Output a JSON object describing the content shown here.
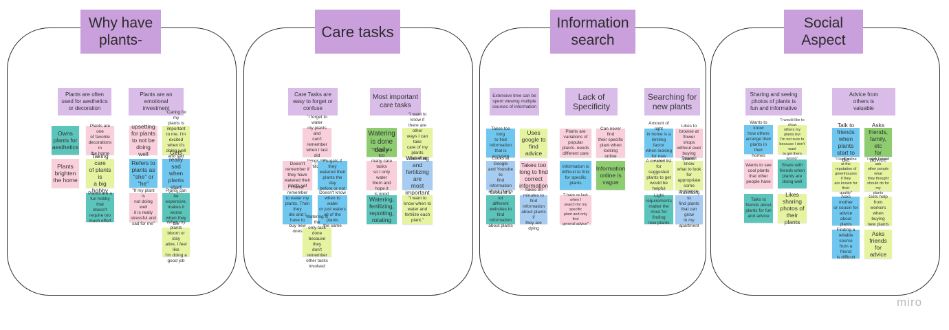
{
  "board": {
    "watermark": "miro",
    "clusters": [
      {
        "title": "Why have\nplants-",
        "categories": [
          {
            "text": "Plants are often\nused for aesthetics\nor decoration",
            "size": "small"
          },
          {
            "text": "Plants are an\nemotional\ninvestment",
            "size": "small"
          }
        ],
        "notes": [
          {
            "text": "Owns\nplants for\naesthetics",
            "color": "teal"
          },
          {
            "text": "Plants are one\nof favorite\ndecorations in\nthe home",
            "color": "pink"
          },
          {
            "text": "Plants\nbrighten\nthe home",
            "color": "pink"
          },
          {
            "text": "Taking care\nof plants is\na big hobby",
            "color": "green"
          },
          {
            "text": "Plants are a\nfun hobby that\ndoesn't\nrequire too\nmuch effort",
            "color": "teal"
          },
          {
            "text": "upsetting\nfor plants\nto not be\ndoing well",
            "color": "pink"
          },
          {
            "text": "\"Caring for my\nplants is important\nto me. I'm excited\nwhen it's doing well\nand sad when it\nisn't.\"",
            "color": "green"
          },
          {
            "text": "Refers to\nplants as\n\"she\" or\n\"he\"",
            "color": "blue"
          },
          {
            "text": "Gets really\nsad when\nplants start\nto die",
            "color": "blue"
          },
          {
            "text": "\"If my plant is\nnot doing well\nit is really\nstressful and\nsad for me\"",
            "color": "pink"
          },
          {
            "text": "Plants can be\nexpensive,\nmakes it worse\nwhen they die",
            "color": "teal"
          },
          {
            "text": "When my plants\nbloom or stay\nalive, I feel like\nI'm doing a\ngood job",
            "color": "green"
          }
        ]
      },
      {
        "title": "Care tasks",
        "categories": [
          {
            "text": "Care Tasks are\neasy to forget or\nconfuse",
            "size": "small"
          },
          {
            "text": "Most important\ncare tasks",
            "size": "small"
          }
        ],
        "notes": [
          {
            "text": "\"I forget to water\nmy plants and\ncan't remember\nwhen I last did\nthings like\nfertilizing\"",
            "color": "pink"
          },
          {
            "text": "Doesn't\nremember if\nthey have\nwatered their\nplants yet",
            "color": "pink"
          },
          {
            "text": "Forgets if they\nwatered their\nplants the day\nbefore or not",
            "color": "blue"
          },
          {
            "text": "I never remember\nto water my\nplants. Then they\ndie and I have to\nbuy new ones",
            "color": "blue"
          },
          {
            "text": "Doesn't know\nwhen to water\nor just waters\nall of the plants\nthe same",
            "color": "blue"
          },
          {
            "text": "Watering is the\nonly task done\nbecause they\ndon't remember\nother tasks\ninvolved",
            "color": "green"
          },
          {
            "text": "Watering\nis done\ndaily",
            "color": "dgreen"
          },
          {
            "text": "\"I want to know if\nthere are other\nways I can take\ncare of my plants\nother than just\nwatering",
            "color": "green"
          },
          {
            "text": "\"There are too\nmany care tasks\nso I only water\nthem and hope it\nis good enough\"",
            "color": "pink"
          },
          {
            "text": "Watering and\nfertilizing are\nmost\nimportant",
            "color": "lblue"
          },
          {
            "text": "Watering,\nfertilizing,\nrepotting,\nrotating",
            "color": "teal"
          },
          {
            "text": "\"I want to\nknow when to\nwater and\nfertilize each\nplant.\"",
            "color": "green"
          }
        ]
      },
      {
        "title": "Information\nsearch",
        "categories": [
          {
            "text": "Extensive time can be\nspent viewing multiple\nsources of information",
            "size": "small"
          },
          {
            "text": "Lack of\nSpecificity",
            "size": "big"
          },
          {
            "text": "Searching for\nnew plants",
            "size": "big"
          }
        ],
        "notes": [
          {
            "text": "Takes too long\nto find\ninformation\nthat is\naccurate",
            "color": "blue"
          },
          {
            "text": "Uses\ngoogle to\nfind advice",
            "color": "green"
          },
          {
            "text": "Plants are\nvariations of\npopular\nplants- needs\ndifferent care",
            "color": "pink"
          },
          {
            "text": "Can never find\ntheir specific\nplant when\nlooking online",
            "color": "pink"
          },
          {
            "text": "Amount of light\nin home is a\nlimiting factor\nwhen looking\nfor new plants",
            "color": "blue"
          },
          {
            "text": "Likes to\nbrowse at\nflower shops\nwithout ever\nbuying plants",
            "color": "pink"
          },
          {
            "text": "Looks at Google\nand Youtube to\nfind information\nabout plants",
            "color": "lblue"
          },
          {
            "text": "Takes too\nlong to find\ncorrect\ninformation",
            "color": "pink"
          },
          {
            "text": "Information is\ndifficult to find\nfor specific\nplants",
            "color": "blue"
          },
          {
            "text": "Information\nonline is\nvague",
            "color": "dgreen"
          },
          {
            "text": "A curated list\nfor suggested\nplants to get\nwould be\nhelpful",
            "color": "green"
          },
          {
            "text": "Doesn't know\nwhat to look\nfor appropriate\nsome\nguidance",
            "color": "green"
          },
          {
            "text": "Looks at a lot\ndifferent\nwebsites to find\ninformation\nabout plants",
            "color": "teal"
          },
          {
            "text": "Takes 30\nminutes to find\ninformation\nabout plants if\nthey are dying",
            "color": "lblue"
          },
          {
            "text": "\"I have no luck when I\nsearch for my specific\nplant and only find\ngeneral advice\"",
            "color": "pink"
          },
          {
            "text": "Light\nrequirements\nmatter the\nmost for finding\nnew plants",
            "color": "teal"
          },
          {
            "text": "Frustrating to\nfind plants\nthat can grow\nin my\napartment",
            "color": "lblue"
          }
        ]
      },
      {
        "title": "Social\nAspect",
        "categories": [
          {
            "text": "Sharing and seeing\nphotos of plants is\nfun and informative",
            "size": "small"
          },
          {
            "text": "Advice from\nothers is\nvaluable",
            "size": "small"
          }
        ],
        "notes": [
          {
            "text": "Wants to know\nhow others\narrange their\nplants in their\nhomes",
            "color": "blue"
          },
          {
            "text": "\"I would like to show\nothers my plants but\nI'm not sure to\nbecause I don't want\nto get them\nwrong\"",
            "color": "green"
          },
          {
            "text": "Talk to\nfriends\nwhen plants\nstart to die",
            "color": "blue"
          },
          {
            "text": "Asks\nfriends,\nfamily, etc\nfor advice",
            "color": "dgreen"
          },
          {
            "text": "Wants to see\ncool plants\nthat other\npeople have",
            "color": "pink"
          },
          {
            "text": "Share with\nfriends when\nplants are\ndoing well",
            "color": "teal"
          },
          {
            "text": "\"I look online at the\nreputation of\ngreenhouses if they\nare known for their\nquality\"",
            "color": "green"
          },
          {
            "text": "I wish I could ask\nother people what\nthey thought\nshould do for my\nplants",
            "color": "green"
          },
          {
            "text": "Talks to\nfriends about\nplants for fun\nand advice",
            "color": "teal"
          },
          {
            "text": "Likes\nsharing\nphotos of\ntheir plants",
            "color": "green"
          },
          {
            "text": "Asks mother\nor cousin for\nadvice about\nplants",
            "color": "blue"
          },
          {
            "text": "Gets help\nfrom workers\nwhen buying\nnew plants",
            "color": "green"
          },
          {
            "text": "Finding a\nreliable source\nfrom a friend\nis difficult",
            "color": "blue"
          },
          {
            "text": "Asks\nfriends\nfor advice",
            "color": "green"
          }
        ]
      }
    ]
  }
}
